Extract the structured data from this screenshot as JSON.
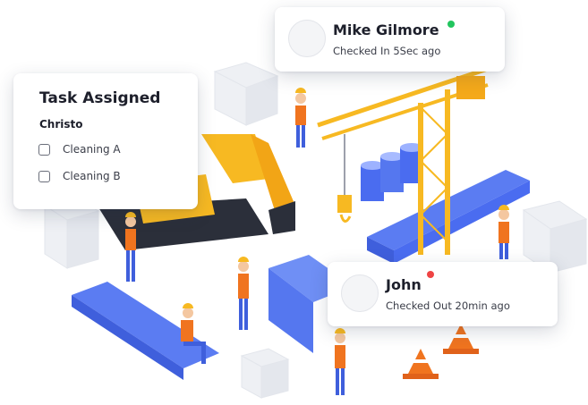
{
  "task_card": {
    "title": "Task Assigned",
    "assignee": "Christo",
    "tasks": [
      {
        "label": "Cleaning A",
        "checked": false
      },
      {
        "label": "Cleaning B",
        "checked": false
      }
    ]
  },
  "checkins": [
    {
      "name": "Mike Gilmore",
      "status": "Checked In 5Sec ago",
      "status_color": "#22c55e"
    },
    {
      "name": "John",
      "status": "Checked Out 20min ago",
      "status_color": "#ef4444"
    }
  ],
  "colors": {
    "crane_yellow": "#f7b922",
    "accent_blue": "#4a6cf0",
    "vest_orange": "#f0741f"
  },
  "icons": [
    "excavator-illustration",
    "tower-crane-illustration",
    "construction-worker-illustration",
    "traffic-cone-icon",
    "oil-barrel-icon"
  ]
}
